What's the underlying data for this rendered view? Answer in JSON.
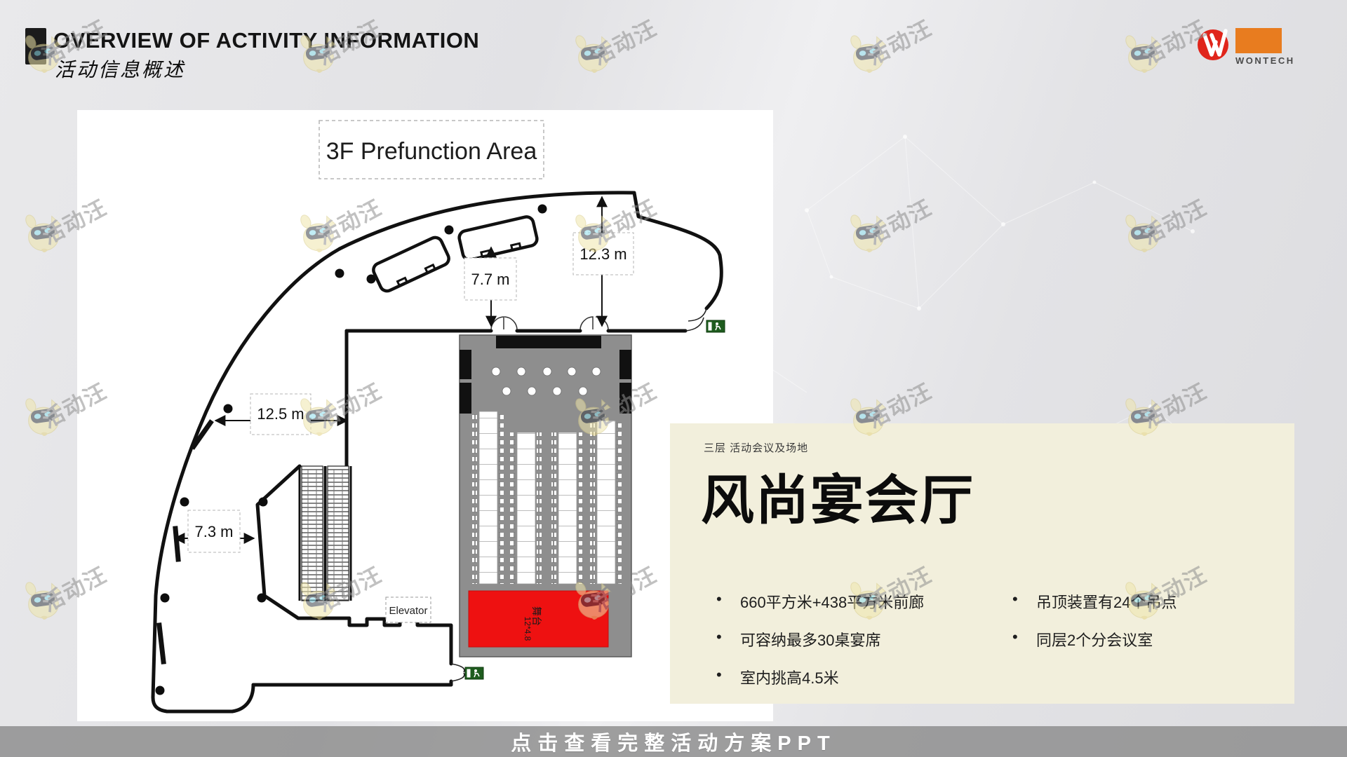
{
  "header": {
    "title": "OVERVIEW OF ACTIVITY INFORMATION",
    "subtitle": "活动信息概述"
  },
  "logo": {
    "brand": "WONTECH"
  },
  "floor_plan": {
    "title": "3F Prefunction Area",
    "elevator_label": "Elevator",
    "stage_label_line1": "舞台",
    "stage_label_line2": "12*4.8",
    "measurements": {
      "top_right": "12.3 m",
      "top_left": "7.7 m",
      "middle": "12.5 m",
      "lower_left": "7.3 m"
    }
  },
  "info_panel": {
    "category": "三层 活动会议及场地",
    "title": "风尚宴会厅",
    "bullets_left": [
      "660平方米+438平方米前廊",
      "可容纳最多30桌宴席",
      "室内挑高4.5米"
    ],
    "bullets_right": [
      "吊顶装置有24个吊点",
      "同层2个分会议室"
    ]
  },
  "footer": {
    "cta": "点击查看完整活动方案PPT"
  },
  "watermark": {
    "text": "活动汪"
  },
  "colors": {
    "logo_red": "#e0251b",
    "logo_orange": "#e87c1f",
    "panel_cream": "#f2efdc",
    "hall_gray": "#8e8e8e",
    "stage_red": "#ee1111",
    "exit_green": "#1e5c1e",
    "footer_gray": "#8a8a8a"
  }
}
